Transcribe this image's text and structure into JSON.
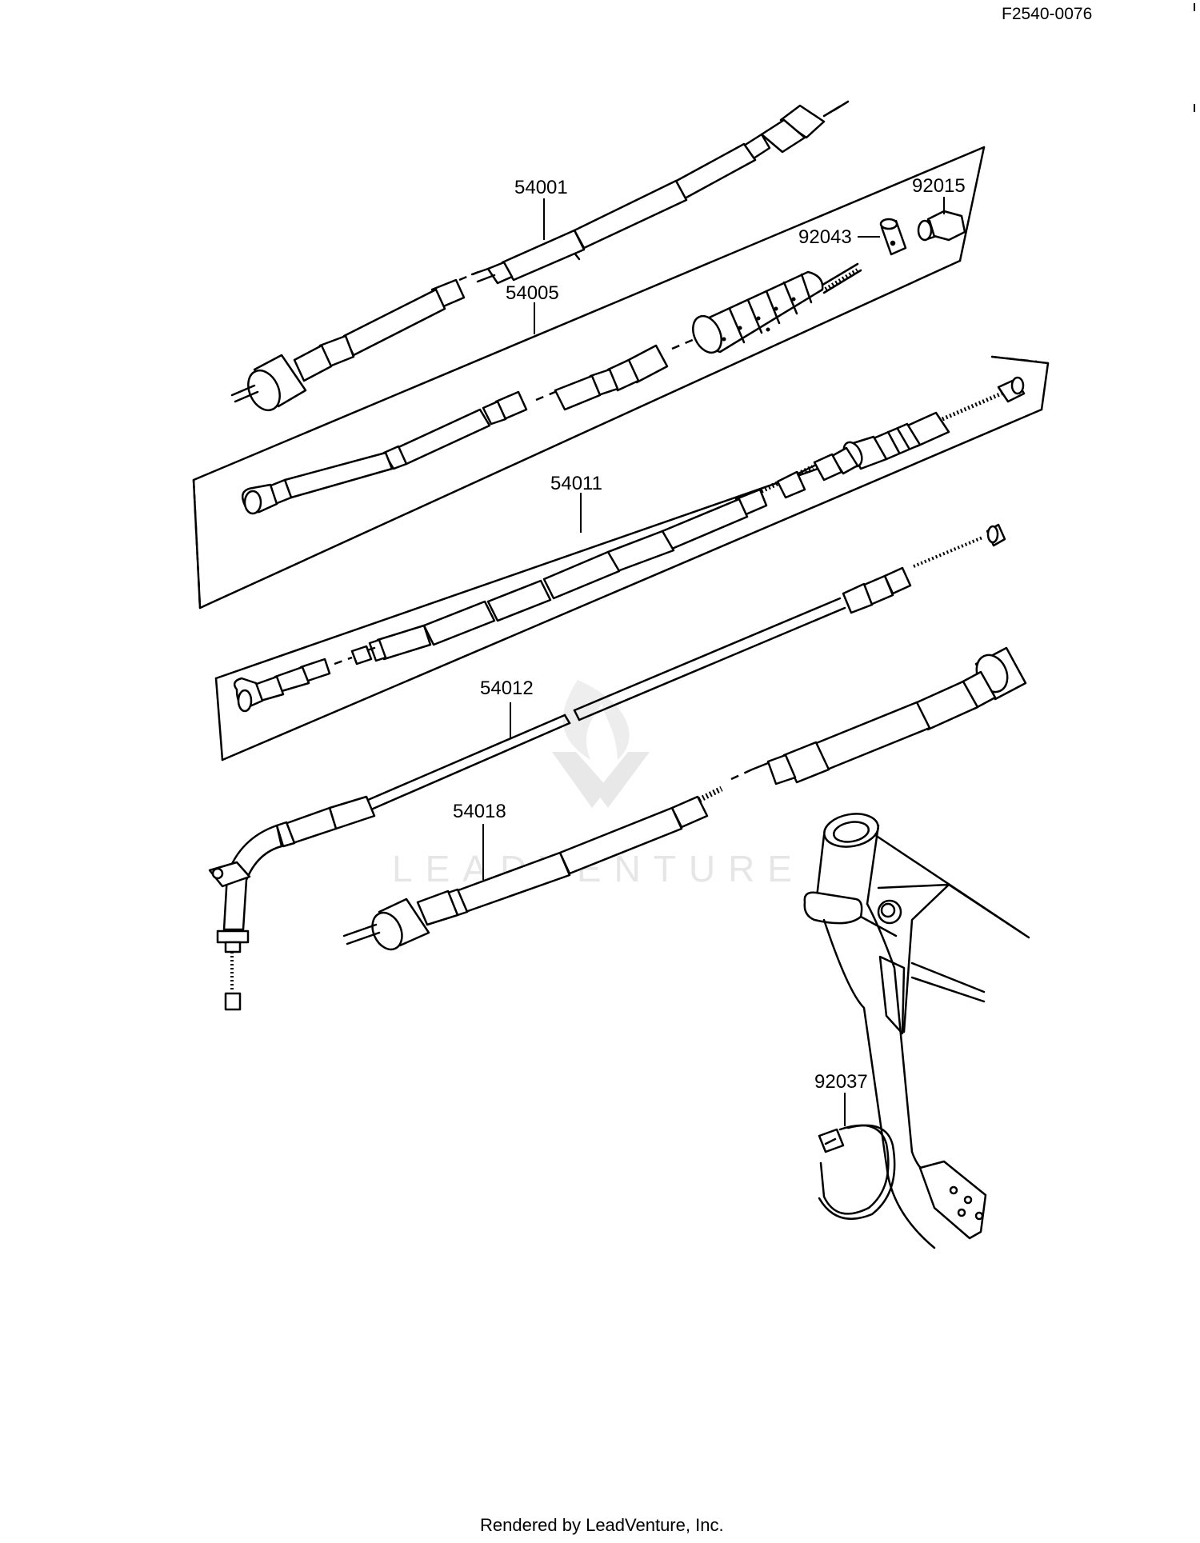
{
  "diagram_code": "F2540-0076",
  "footer": "Rendered by LeadVenture, Inc.",
  "watermark": {
    "text": "LEADVENTURE",
    "logo_icon": "leadventure-logo-icon"
  },
  "parts": [
    {
      "id": "54001"
    },
    {
      "id": "92015"
    },
    {
      "id": "92043"
    },
    {
      "id": "54005"
    },
    {
      "id": "54011"
    },
    {
      "id": "54012"
    },
    {
      "id": "54018"
    },
    {
      "id": "92037"
    }
  ]
}
